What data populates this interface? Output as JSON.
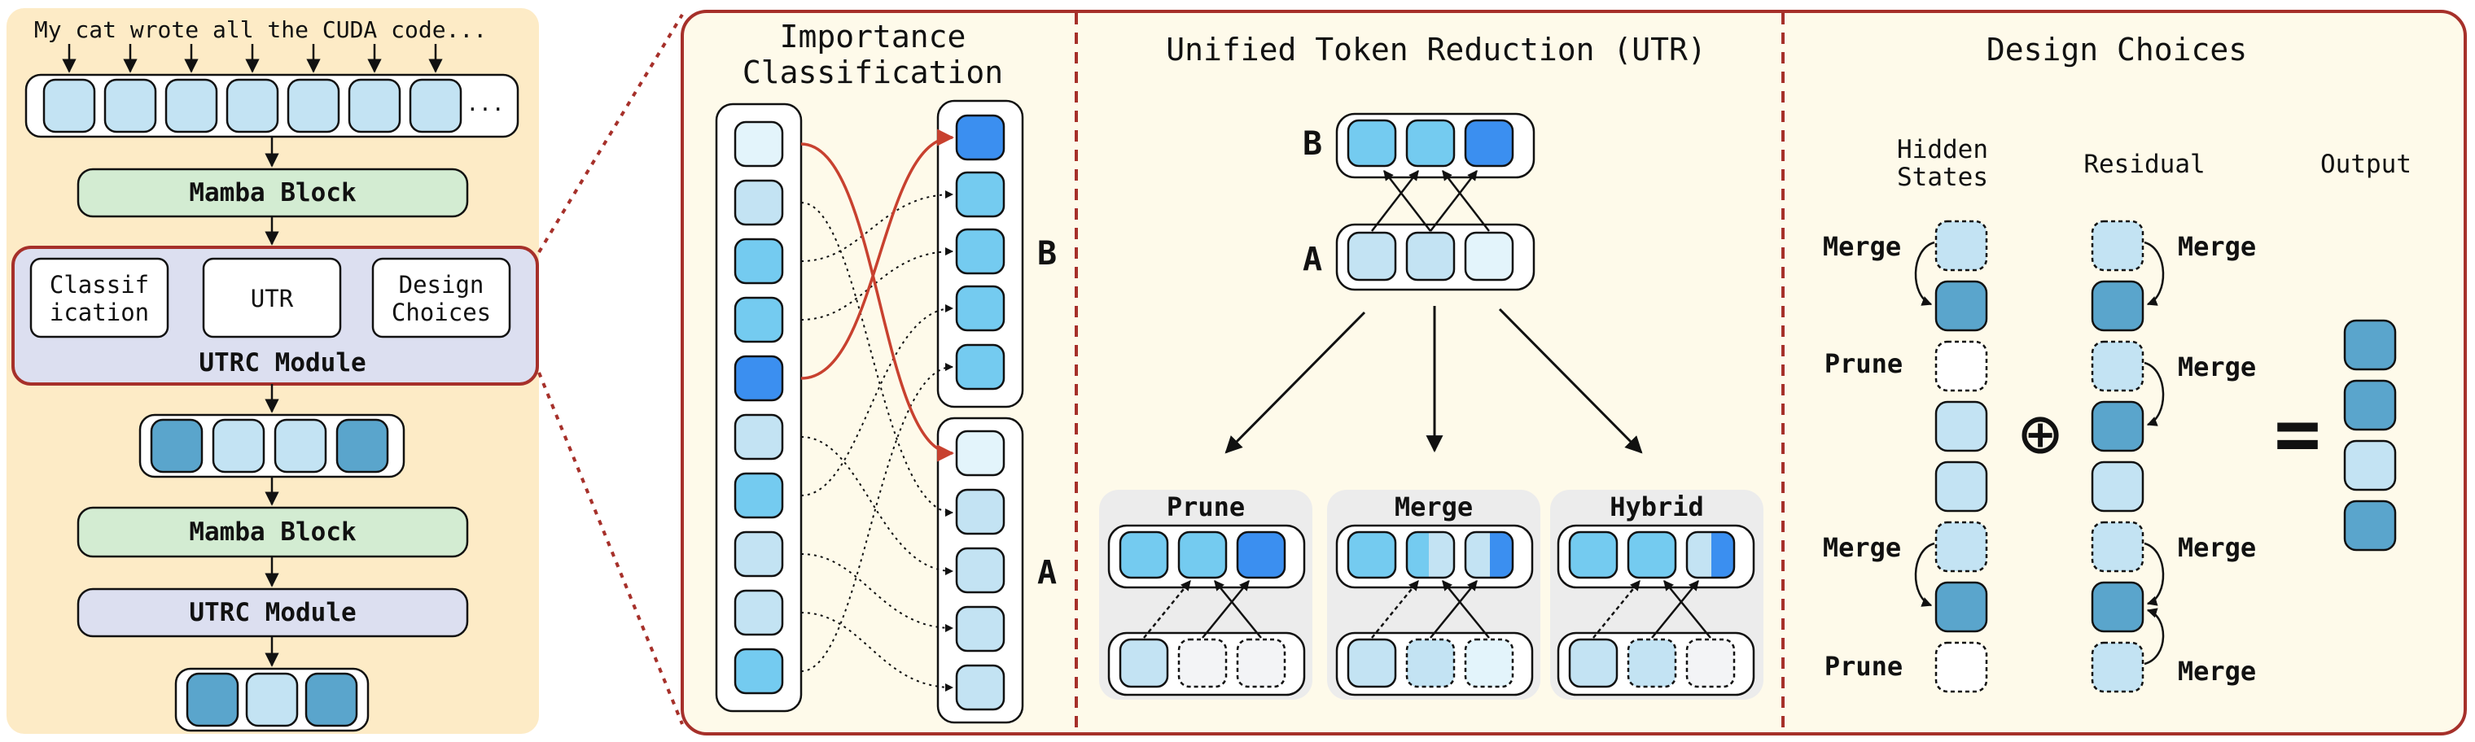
{
  "left": {
    "sentence": "My cat wrote all the CUDA code...",
    "ellipsis": "...",
    "mamba_block_1": "Mamba Block",
    "utrc_classification": "Classif\nication",
    "utrc_utr": "UTR",
    "utrc_design": "Design\nChoices",
    "utrc_module_label": "UTRC Module",
    "mamba_block_2": "Mamba Block",
    "utrc_module_2": "UTRC Module"
  },
  "importance": {
    "title": "Importance\nClassification",
    "group_b": "B",
    "group_a": "A"
  },
  "utr": {
    "title": "Unified Token Reduction (UTR)",
    "label_b": "B",
    "label_a": "A",
    "prune": "Prune",
    "merge": "Merge",
    "hybrid": "Hybrid"
  },
  "design": {
    "title": "Design Choices",
    "col_hidden": "Hidden\nStates",
    "col_residual": "Residual",
    "col_output": "Output",
    "merge": "Merge",
    "prune": "Prune",
    "plus": "⊕",
    "equals": "="
  },
  "colors": {
    "very_light": "#e3f4fb",
    "light": "#c3e3f3",
    "medium": "#74cbf0",
    "strong": "#3b8ff0",
    "teal": "#5aa5cc",
    "empty": "#f3f4f6",
    "left_bg": "#fdebc6",
    "main_bg": "#fefaea",
    "mamba": "#d3ecd2",
    "utrc": "#dcdff0",
    "dark_red": "#a6302a",
    "red_arrow": "#c8412f"
  }
}
